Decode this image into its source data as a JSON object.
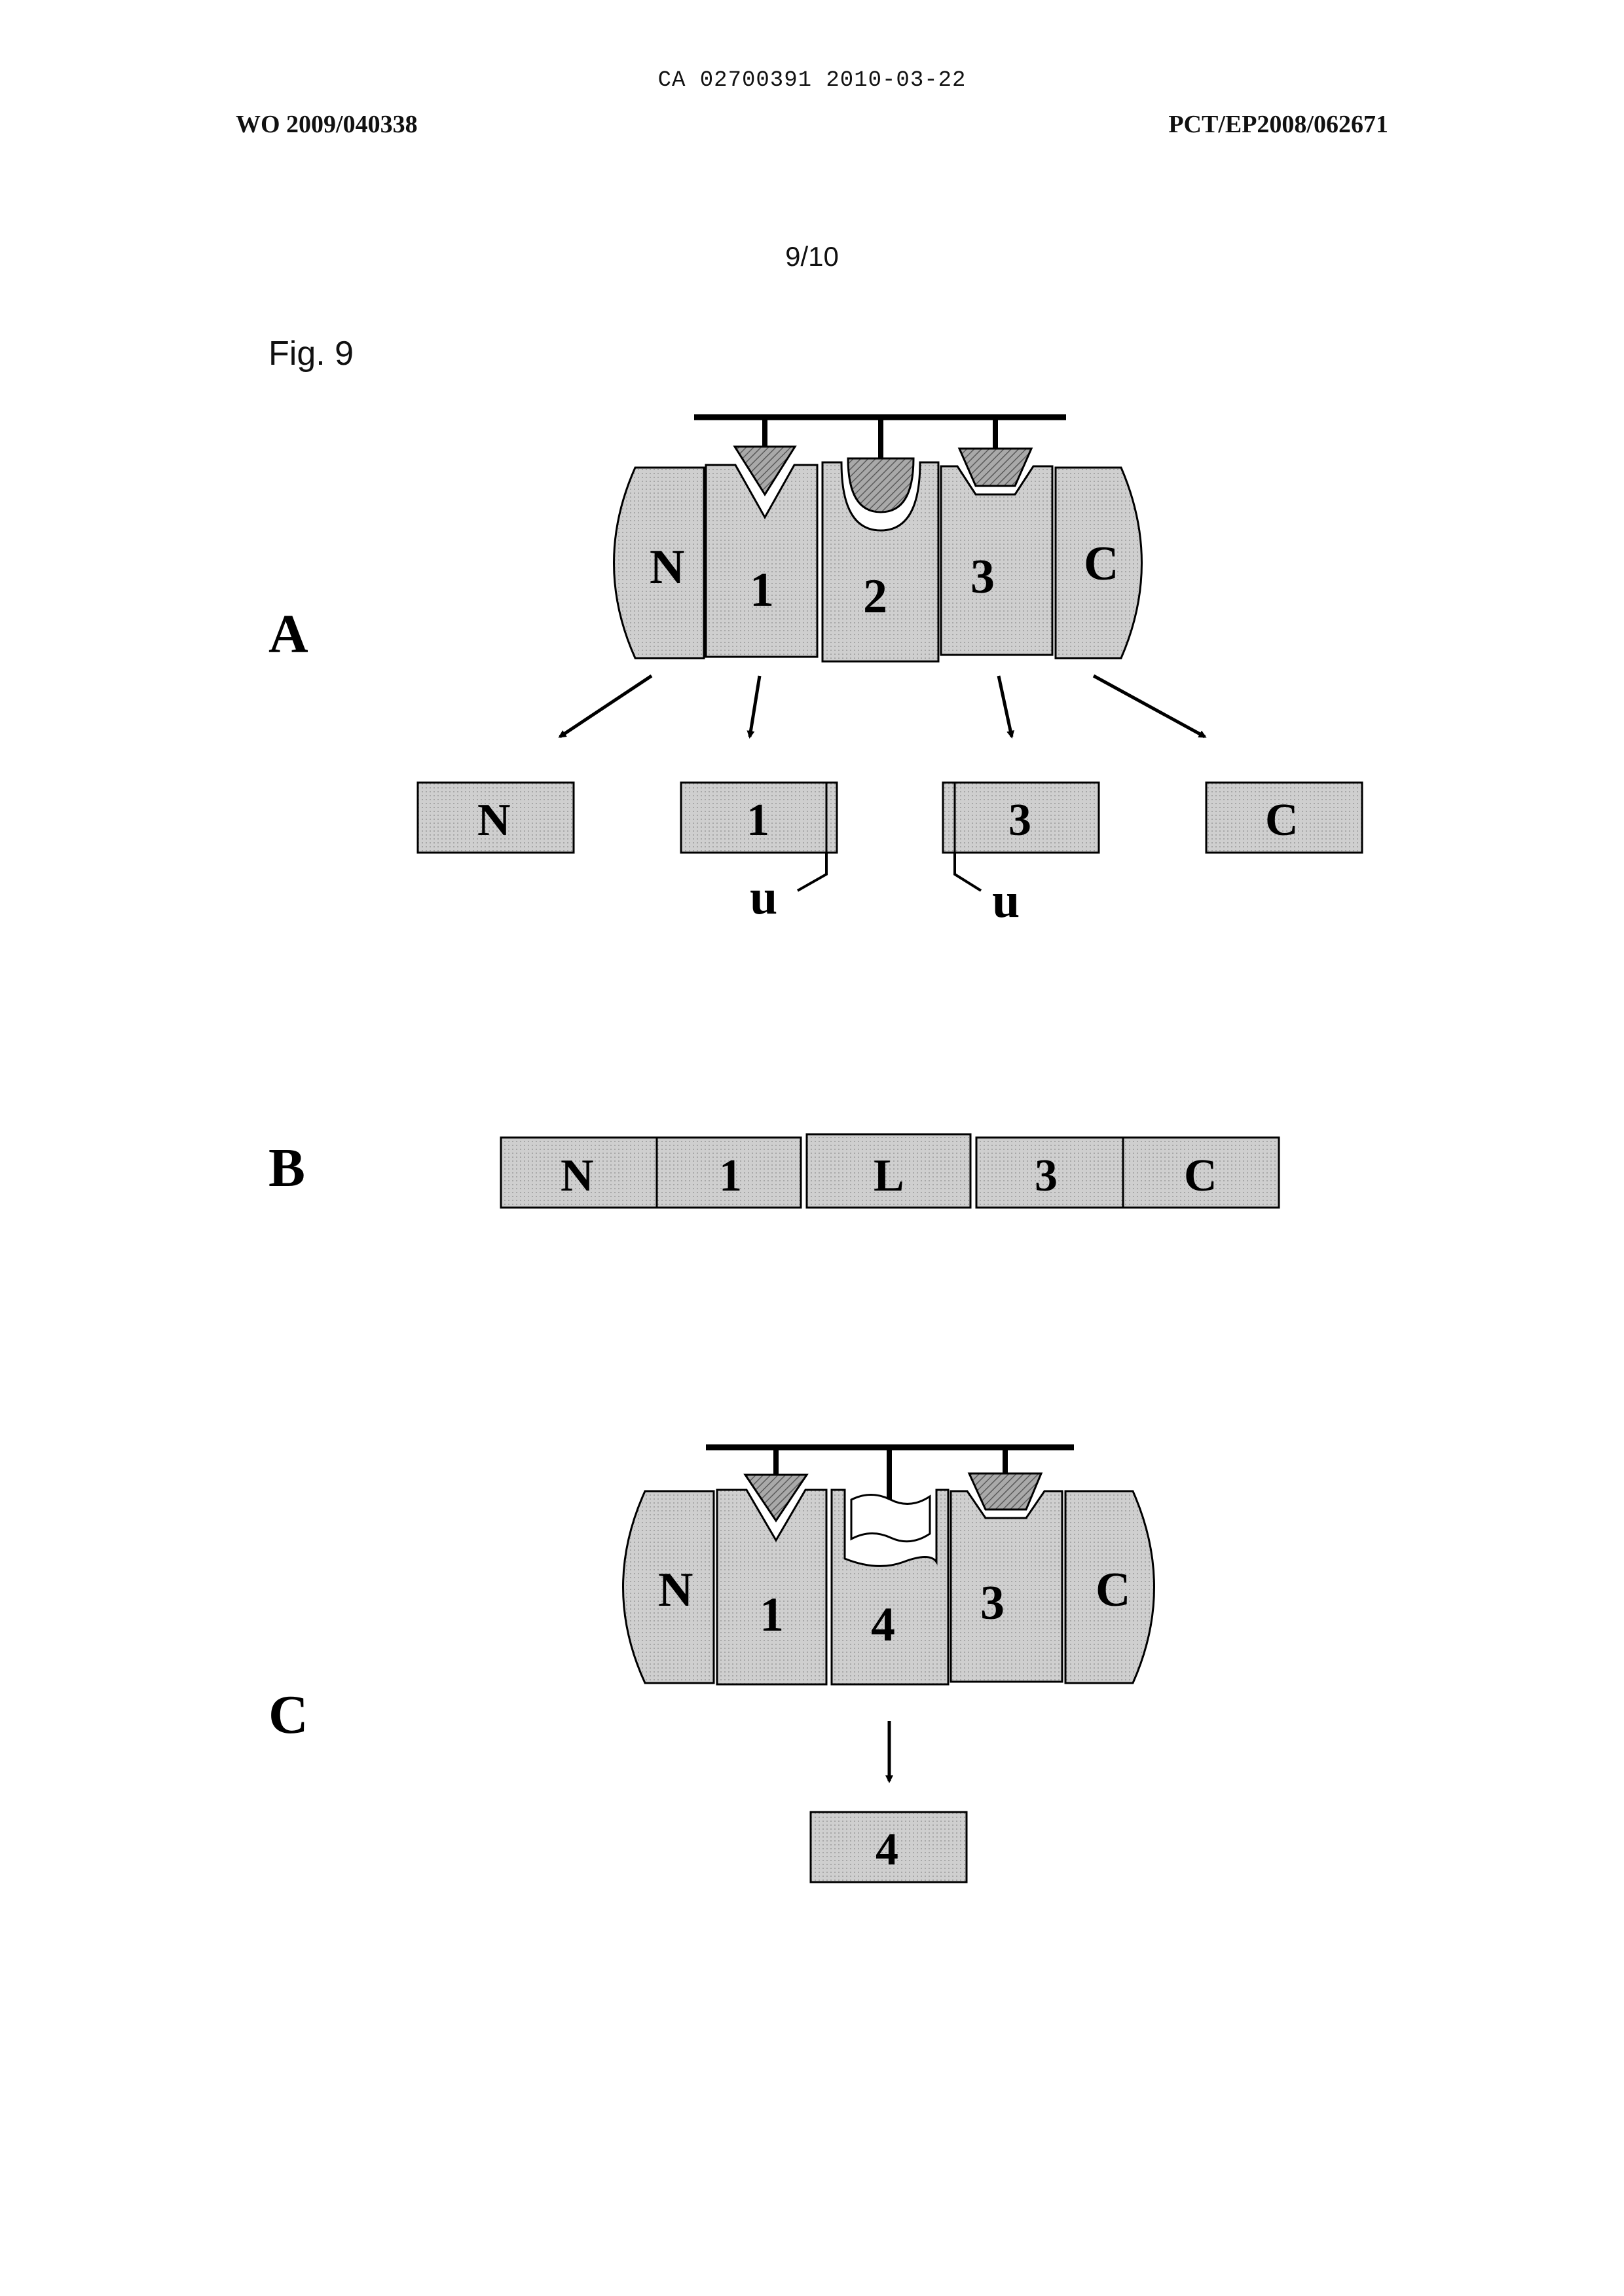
{
  "header": {
    "document_id": "CA 02700391 2010-03-22",
    "publication_number": "WO 2009/040338",
    "application_number": "PCT/EP2008/062671",
    "page_number": "9/10"
  },
  "figure": {
    "label": "Fig. 9",
    "panels": {
      "A": {
        "label": "A",
        "protein_segments": [
          "N",
          "1",
          "2",
          "3",
          "C"
        ],
        "fragments": [
          "N",
          "1",
          "3",
          "C"
        ],
        "unit_labels": [
          "u",
          "u"
        ]
      },
      "B": {
        "label": "B",
        "segments": [
          "N",
          "1",
          "L",
          "3",
          "C"
        ]
      },
      "C": {
        "label": "C",
        "protein_segments": [
          "N",
          "1",
          "4",
          "3",
          "C"
        ],
        "fragment": "4"
      }
    }
  },
  "colors": {
    "segment_fill": "#c4c4c4",
    "ligand_fill": "#8a8a8a",
    "stroke": "#000000"
  }
}
